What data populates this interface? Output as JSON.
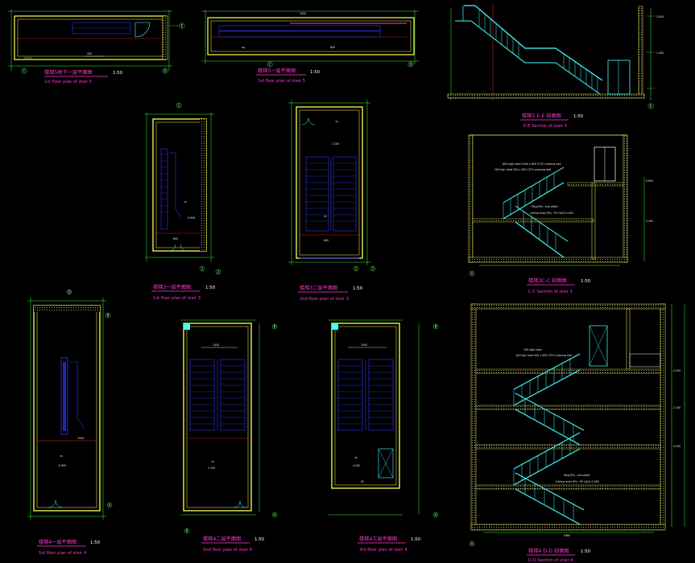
{
  "colors": {
    "background": "#000000",
    "wall": "#ffff55",
    "dimension": "#33ff33",
    "stair": "#3333ff",
    "railing": "#22f0f0",
    "caption": "#ff3bd0",
    "axis": "#ff2222",
    "annotation": "#ffffff"
  },
  "drawings": [
    {
      "id": "d1",
      "title_cn": "楼梯5地下一层平面图",
      "title_en": "1st floor plan of stair 5",
      "scale": "1:50"
    },
    {
      "id": "d2",
      "title_cn": "楼梯5一层平面图",
      "title_en": "1st floor plan of stair 5",
      "scale": "1:50"
    },
    {
      "id": "d3",
      "title_cn": "楼梯5 E-E 剖面图",
      "title_en": "E-E Section of stair 5",
      "scale": "1:50"
    },
    {
      "id": "d4",
      "title_cn": "楼梯3一层平面图",
      "title_en": "1st floor plan of stair 3",
      "scale": "1:50"
    },
    {
      "id": "d5",
      "title_cn": "楼梯3二层平面图",
      "title_en": "2nd floor plan of stair 3",
      "scale": "1:50"
    },
    {
      "id": "d6",
      "title_cn": "楼梯3C-C 剖面图",
      "title_en": "C-C Section of stair 3",
      "scale": "1:50"
    },
    {
      "id": "d7",
      "title_cn": "楼梯4一层平面图",
      "title_en": "1st floor plan of stair 4",
      "scale": "1:50"
    },
    {
      "id": "d8",
      "title_cn": "楼梯4二层平面图",
      "title_en": "2nd floor plan of stair 4",
      "scale": "1:50"
    },
    {
      "id": "d9",
      "title_cn": "楼梯4三层平面图",
      "title_en": "3rd floor plan of stair 4",
      "scale": "1:50"
    },
    {
      "id": "d10",
      "title_cn": "楼梯4 D-D 剖面图",
      "title_en": "D-D Section of stair 4",
      "scale": "1:50"
    }
  ],
  "grid_labels": {
    "d1_left": "C",
    "d1_right": "D",
    "d1_side": "E",
    "d2_left": "C",
    "d2_right": "D",
    "d3_right": "E",
    "d4_top": "C",
    "d4_left": "1",
    "d4_right": "2",
    "d5_left": "1",
    "d5_right": "2",
    "d6_left": "A",
    "d7_top": "D",
    "d7_side": "B",
    "d7_bottom": "A",
    "d8_top": "B",
    "d8_bottom_left": "8",
    "d8_bottom_right": "A",
    "d9_top": "B",
    "d9_bottom_right": "A",
    "d10_left": "A"
  }
}
